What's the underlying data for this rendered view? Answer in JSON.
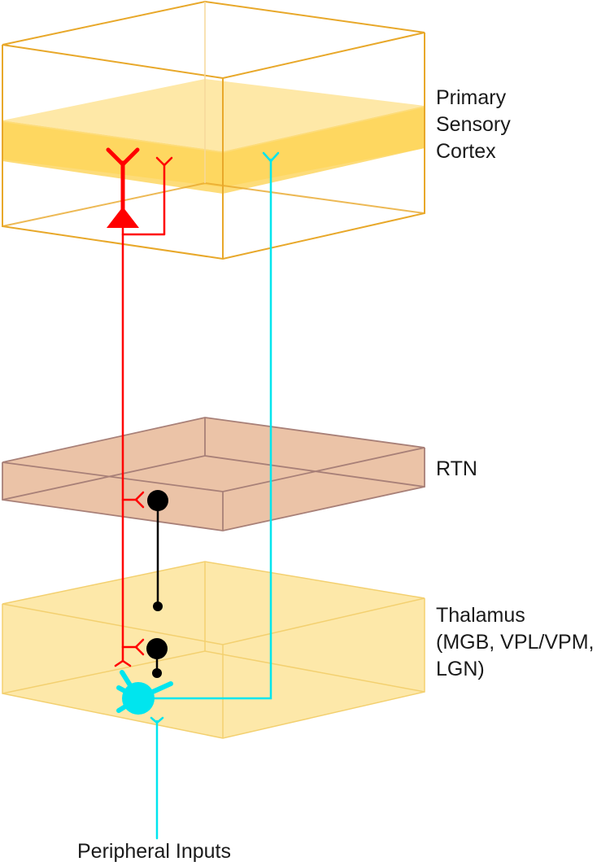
{
  "labels": {
    "cortex": [
      "Primary",
      "Sensory",
      "Cortex"
    ],
    "rtn": "RTN",
    "thalamus": [
      "Thalamus",
      "(MGB, VPL/VPM,",
      "LGN)"
    ],
    "inputs": "Peripheral Inputs"
  },
  "colors": {
    "cortex_box_stroke": "#e8a82a",
    "cortex_layer": "#fde08a",
    "cortex_layer_band": "#fdd86a",
    "rtn_fill": "#e8b898",
    "rtn_stroke": "#a88078",
    "thalamus_fill": "#fde6a0",
    "thalamus_stroke": "#f3d070",
    "pyramidal_neuron": "#ff0000",
    "relay_neuron": "#00e5ee",
    "inhibitory_neuron": "#000000"
  }
}
